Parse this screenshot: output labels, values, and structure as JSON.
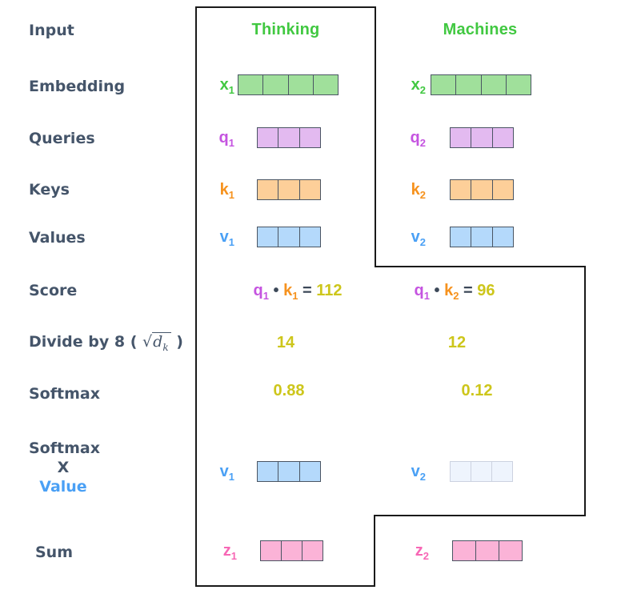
{
  "side_labels": {
    "input": "Input",
    "embedding": "Embedding",
    "queries": "Queries",
    "keys": "Keys",
    "values": "Values",
    "score": "Score",
    "divide_prefix": "Divide by 8 (",
    "divide_radical": "√",
    "divide_radicand_base": "d",
    "divide_radicand_sub": "k",
    "divide_suffix": ")",
    "softmax": "Softmax",
    "softmax_x_value_line1": "Softmax",
    "softmax_x_value_line2": "X",
    "softmax_x_value_line3": "Value",
    "sum": "Sum"
  },
  "headers": {
    "thinking": "Thinking",
    "machines": "Machines"
  },
  "vectors": {
    "x1": {
      "base": "x",
      "sub": "1",
      "cells": 4
    },
    "x2": {
      "base": "x",
      "sub": "2",
      "cells": 4
    },
    "q1": {
      "base": "q",
      "sub": "1",
      "cells": 3
    },
    "q2": {
      "base": "q",
      "sub": "2",
      "cells": 3
    },
    "k1": {
      "base": "k",
      "sub": "1",
      "cells": 3
    },
    "k2": {
      "base": "k",
      "sub": "2",
      "cells": 3
    },
    "v1": {
      "base": "v",
      "sub": "1",
      "cells": 3
    },
    "v2": {
      "base": "v",
      "sub": "2",
      "cells": 3
    },
    "v1_weighted": {
      "base": "v",
      "sub": "1",
      "cells": 3
    },
    "v2_weighted": {
      "base": "v",
      "sub": "2",
      "cells": 3
    },
    "z1": {
      "base": "z",
      "sub": "1",
      "cells": 3
    },
    "z2": {
      "base": "z",
      "sub": "2",
      "cells": 3
    }
  },
  "scores": {
    "s1": {
      "q_base": "q",
      "q_sub": "1",
      "dot": "•",
      "k_base": "k",
      "k_sub": "1",
      "equals": "=",
      "value": "112"
    },
    "s2": {
      "q_base": "q",
      "q_sub": "1",
      "dot": "•",
      "k_base": "k",
      "k_sub": "2",
      "equals": "=",
      "value": "96"
    }
  },
  "divide_values": {
    "thinking": "14",
    "machines": "12"
  },
  "softmax_values": {
    "thinking": "0.88",
    "machines": "0.12"
  },
  "colors": {
    "green_label": "#41c841",
    "green_fill": "#a0e09b",
    "purple_label": "#c554e0",
    "purple_fill": "#e3baf0",
    "orange_label": "#f6921e",
    "orange_fill": "#fdcf99",
    "blue_label": "#4aa0f5",
    "blue_fill": "#b4d9fb",
    "pink_label": "#f767b5",
    "pink_fill": "#fbb3d7",
    "faded_fill": "#eef4fd",
    "faded_border": "#ccd2e0",
    "cell_border": "#4a5563",
    "number_yellow": "#cdc61b",
    "side_label_text": "#45556a",
    "outline": "#1a1a1a"
  }
}
